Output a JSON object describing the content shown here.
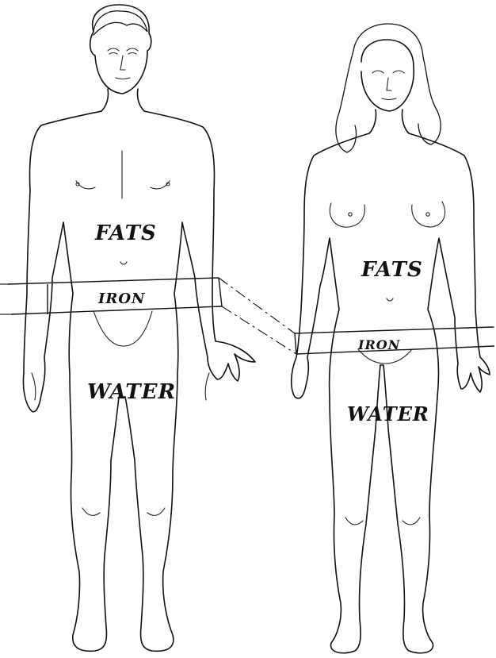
{
  "labels": {
    "male": {
      "fats": "FATS",
      "iron": "IRON",
      "water": "WATER"
    },
    "female": {
      "fats": "FATS",
      "iron": "IRON",
      "water": "WATER"
    }
  },
  "colors": {
    "ink": "#111111",
    "paper": "#ffffff"
  }
}
